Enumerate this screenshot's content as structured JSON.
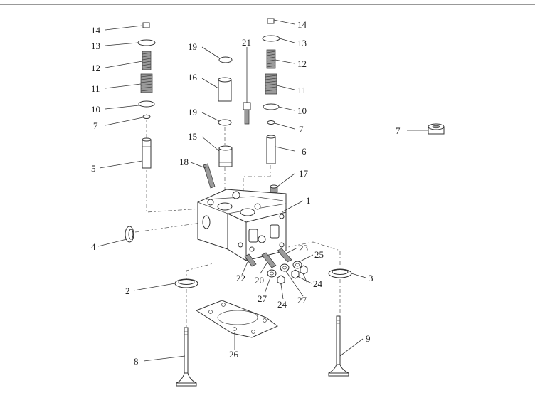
{
  "diagram": {
    "labels": {
      "p1": "1",
      "p2": "2",
      "p3": "3",
      "p4": "4",
      "p5": "5",
      "p6": "6",
      "p7a": "7",
      "p7b": "7",
      "p7c": "7",
      "p8": "8",
      "p9": "9",
      "p10a": "10",
      "p10b": "10",
      "p11a": "11",
      "p11b": "11",
      "p12a": "12",
      "p12b": "12",
      "p13a": "13",
      "p13b": "13",
      "p14a": "14",
      "p14b": "14",
      "p15": "15",
      "p16": "16",
      "p17": "17",
      "p18": "18",
      "p19a": "19",
      "p19b": "19",
      "p20": "20",
      "p21": "21",
      "p22": "22",
      "p23": "23",
      "p24a": "24",
      "p24b": "24",
      "p25": "25",
      "p26": "26",
      "p27a": "27",
      "p27b": "27"
    }
  }
}
